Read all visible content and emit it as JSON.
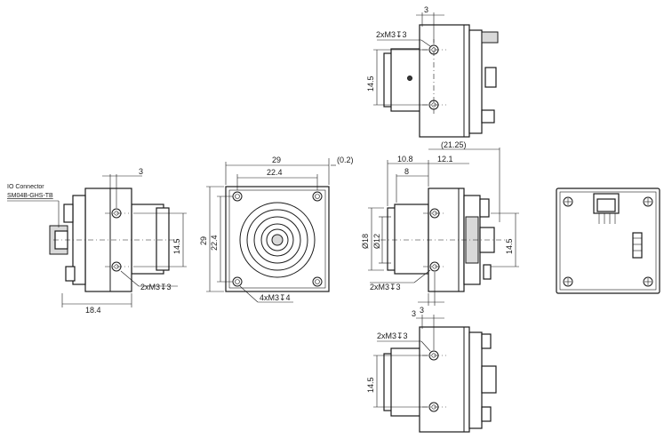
{
  "views": {
    "top": {
      "width_dim": "3",
      "hole_label": "2xM3↧3",
      "height_dim": "14.5"
    },
    "left_side": {
      "connector_label": "IO Connector",
      "connector_part": "SM04B-GHS-TB",
      "width_dim": "3",
      "height_dim": "14.5",
      "hole_label": "2xM3↧3",
      "length_dim": "18.4"
    },
    "front": {
      "outer_dim": "29",
      "inner_dim": "22.4",
      "tolerance_dim": "0.2",
      "vertical_outer": "29",
      "vertical_inner": "22.4",
      "hole_label": "4xM3↧4"
    },
    "right_side": {
      "total_dim": "(21.25)",
      "dim_a": "10.8",
      "dim_b": "12.1",
      "dim_c": "8",
      "dia_outer": "Ø18",
      "dia_inner": "Ø12",
      "height_dim": "14.5",
      "hole_label": "2xM3↧3",
      "bottom_dim": "3"
    },
    "bottom": {
      "width_dim": "3",
      "hole_label": "2xM3↧3",
      "height_dim": "14.5"
    }
  }
}
